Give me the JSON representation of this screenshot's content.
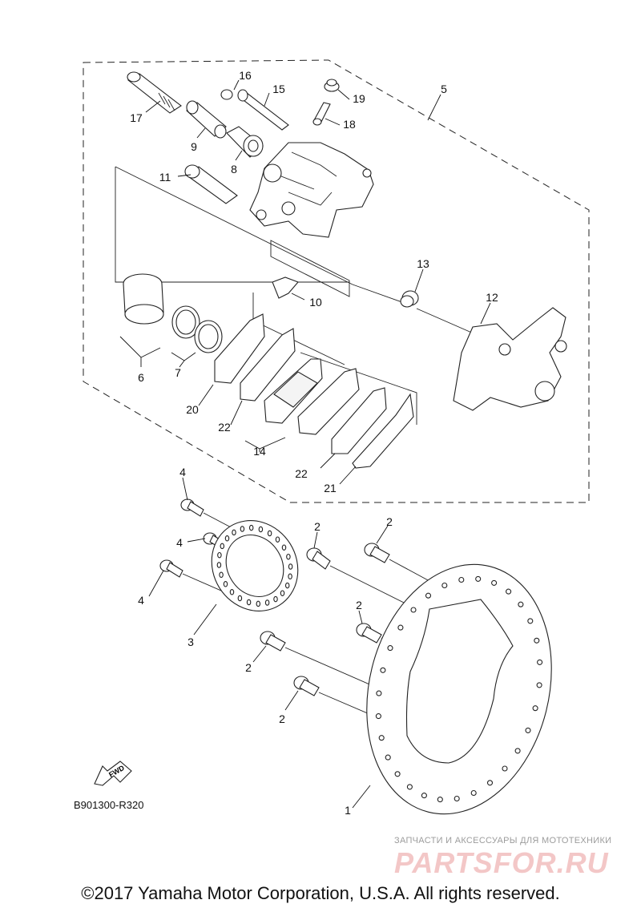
{
  "callouts": [
    {
      "id": "c1",
      "text": "1"
    },
    {
      "id": "c2a",
      "text": "2"
    },
    {
      "id": "c2b",
      "text": "2"
    },
    {
      "id": "c2c",
      "text": "2"
    },
    {
      "id": "c2d",
      "text": "2"
    },
    {
      "id": "c2e",
      "text": "2"
    },
    {
      "id": "c3",
      "text": "3"
    },
    {
      "id": "c4a",
      "text": "4"
    },
    {
      "id": "c4b",
      "text": "4"
    },
    {
      "id": "c4c",
      "text": "4"
    },
    {
      "id": "c5",
      "text": "5"
    },
    {
      "id": "c6",
      "text": "6"
    },
    {
      "id": "c7",
      "text": "7"
    },
    {
      "id": "c8",
      "text": "8"
    },
    {
      "id": "c9",
      "text": "9"
    },
    {
      "id": "c10",
      "text": "10"
    },
    {
      "id": "c11",
      "text": "11"
    },
    {
      "id": "c12",
      "text": "12"
    },
    {
      "id": "c13",
      "text": "13"
    },
    {
      "id": "c14",
      "text": "14"
    },
    {
      "id": "c15",
      "text": "15"
    },
    {
      "id": "c16",
      "text": "16"
    },
    {
      "id": "c17",
      "text": "17"
    },
    {
      "id": "c18",
      "text": "18"
    },
    {
      "id": "c19",
      "text": "19"
    },
    {
      "id": "c20",
      "text": "20"
    },
    {
      "id": "c21",
      "text": "21"
    },
    {
      "id": "c22a",
      "text": "22"
    },
    {
      "id": "c22b",
      "text": "22"
    }
  ],
  "fwd_label": "FWD",
  "reference_code": "B901300-R320",
  "watermark": {
    "subtitle": "ЗАПЧАСТИ И АКСЕССУАРЫ ДЛЯ МОТОТЕХНИКИ",
    "logo": "PARTSFOR.RU"
  },
  "copyright": "©2017 Yamaha Motor Corporation, U.S.A. All rights reserved."
}
